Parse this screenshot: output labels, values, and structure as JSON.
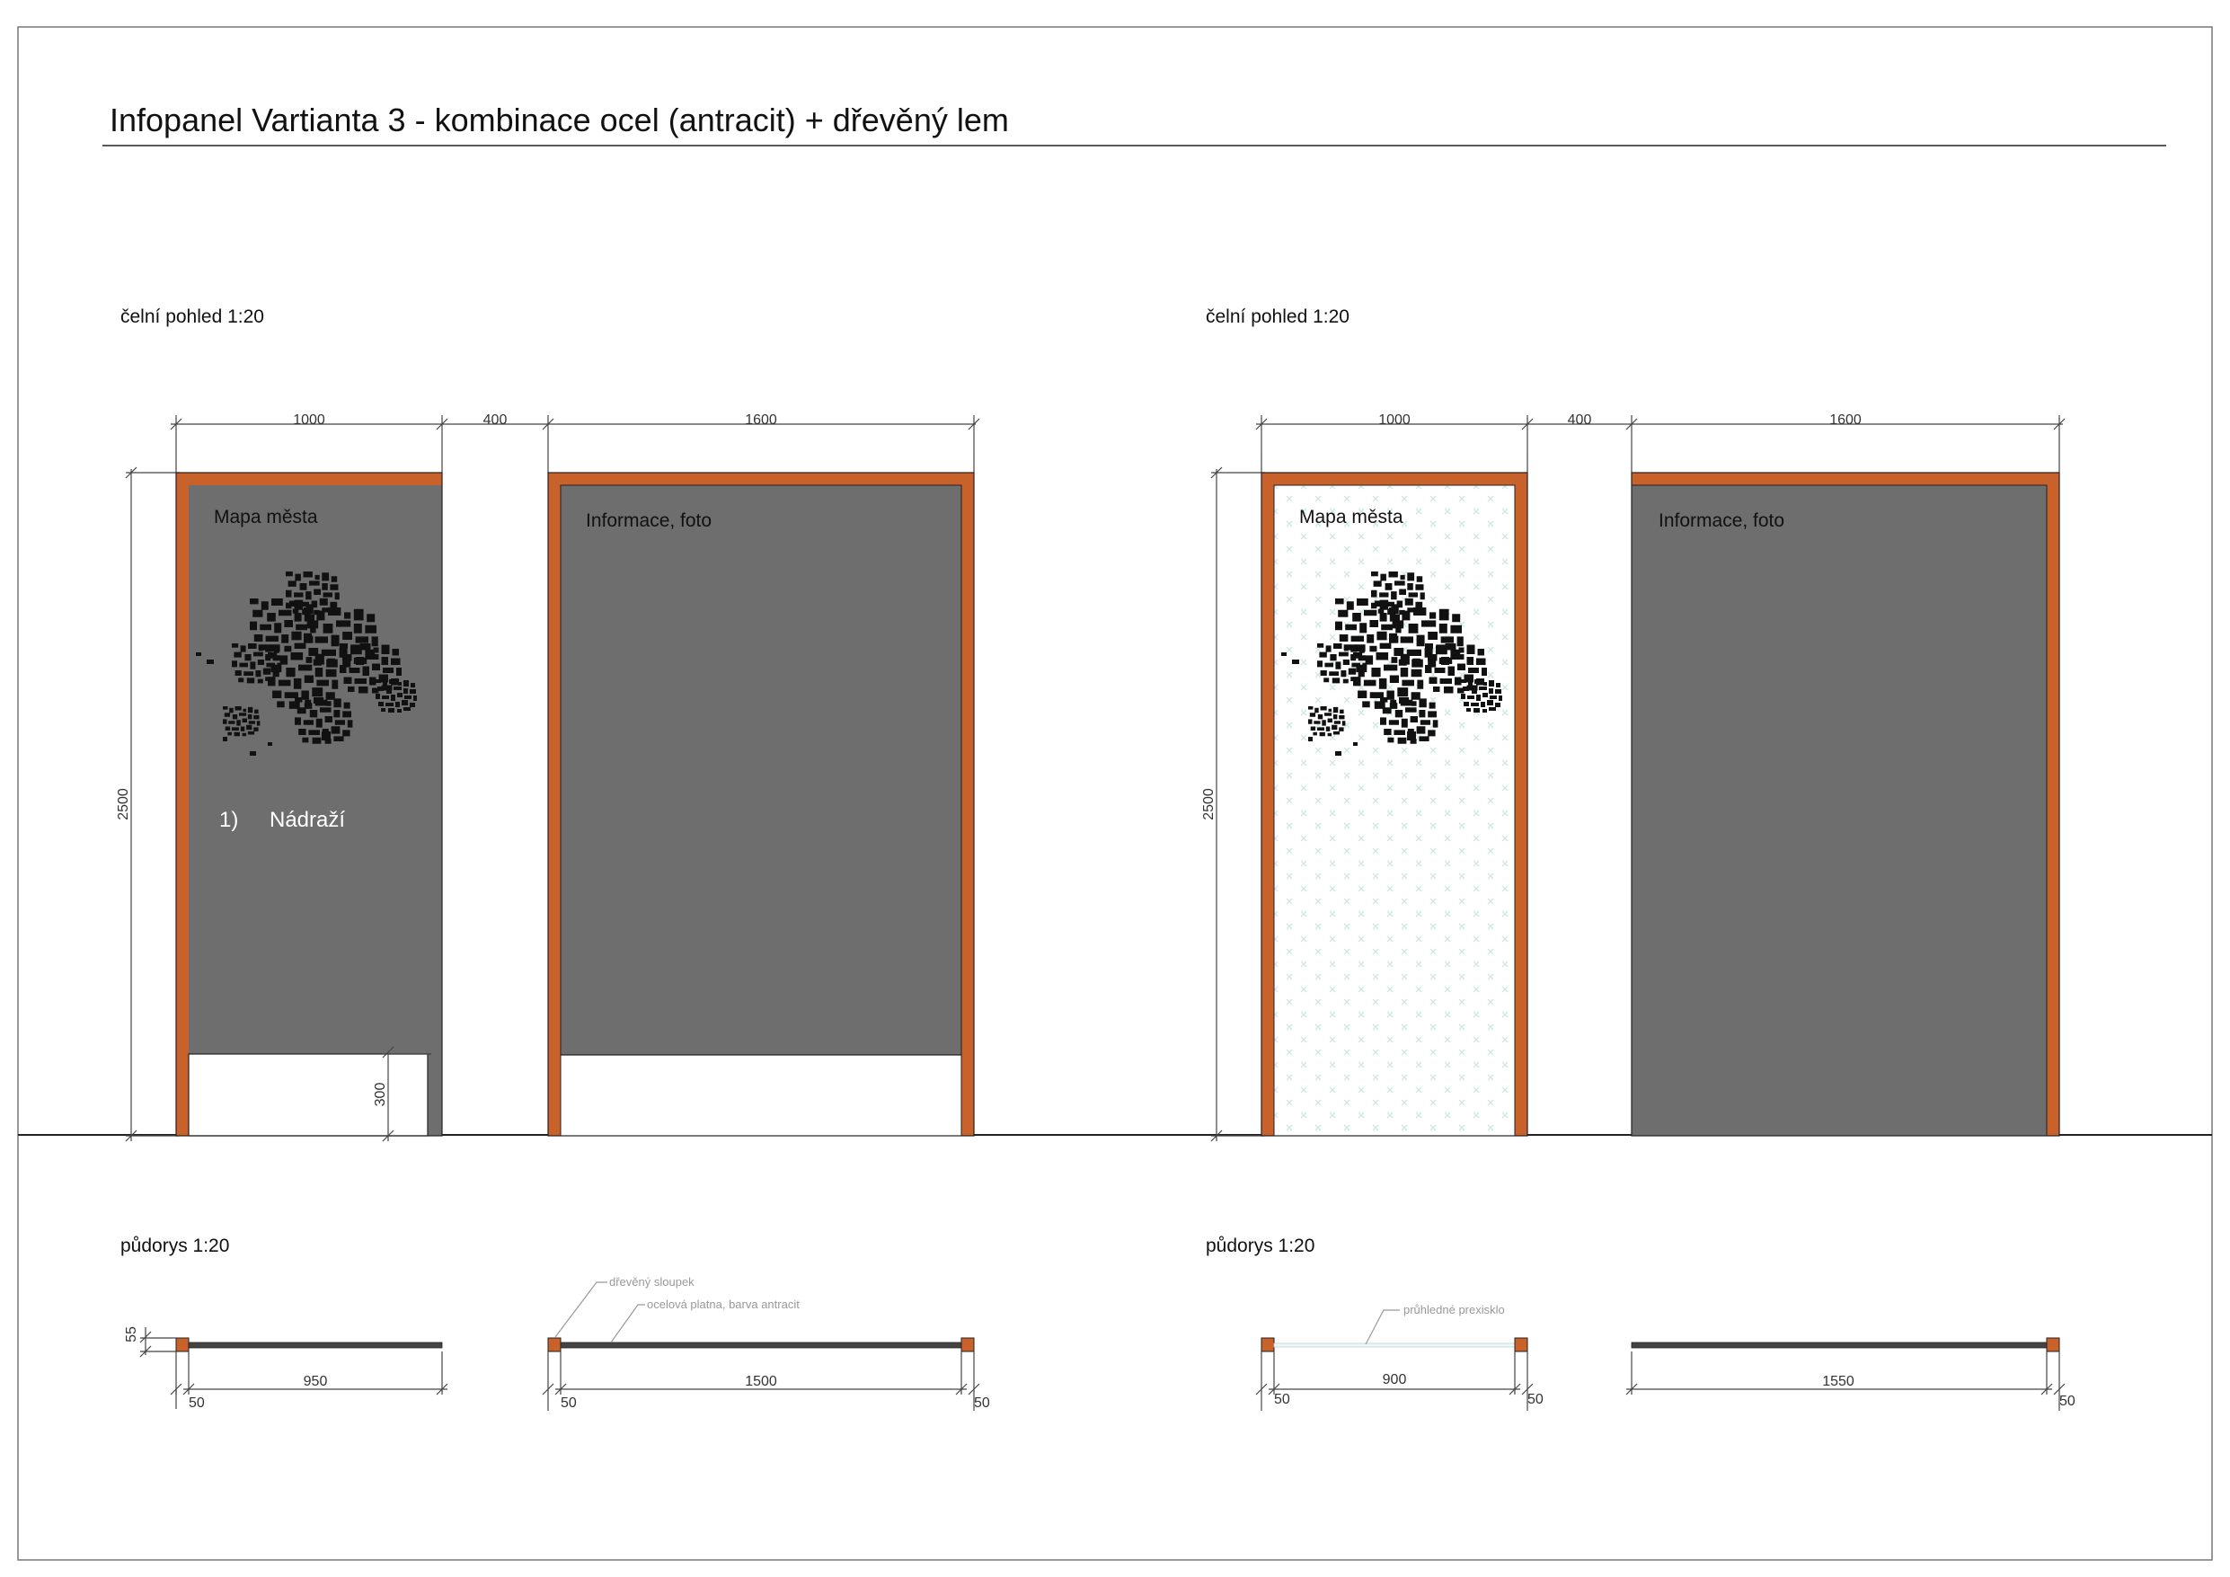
{
  "title": "Infopanel Vartianta 3 - kombinace ocel (antracit) + dřevěný lem",
  "colors": {
    "wood": "#c8612a",
    "steel_anthracite": "#6e6e6e",
    "outline": "#222222",
    "plexi_pattern": "#cfe6e6"
  },
  "variant_a": {
    "elevation": {
      "heading": "čelní  pohled 1:20",
      "dims": {
        "panel1_width": "1000",
        "gap": "400",
        "panel2_width": "1600",
        "height": "2500",
        "bottom": "300"
      },
      "panel1": {
        "label": "Mapa města",
        "item": "1)",
        "item_text": "Nádraží"
      },
      "panel2": {
        "label": "Informace, foto"
      }
    },
    "plan": {
      "heading": "půdorys 1:20",
      "dims": {
        "post_depth": "55",
        "panel1_inner": "950",
        "panel1_post": "50",
        "panel2_inner": "1500",
        "panel2_post_left": "50",
        "panel2_post_right": "50"
      },
      "notes": {
        "wood_post": "dřevěný sloupek",
        "steel_plate": "ocelová platna, barva antracit"
      }
    }
  },
  "variant_b": {
    "elevation": {
      "heading": "čelní  pohled 1:20",
      "dims": {
        "panel1_width": "1000",
        "gap": "400",
        "panel2_width": "1600",
        "height": "2500"
      },
      "panel1": {
        "label": "Mapa města"
      },
      "panel2": {
        "label": "Informace, foto"
      }
    },
    "plan": {
      "heading": "půdorys 1:20",
      "dims": {
        "panel1_inner": "900",
        "panel1_post_left": "50",
        "panel1_post_right": "50",
        "panel2_inner": "1550",
        "panel2_post": "50"
      },
      "notes": {
        "plexi": "průhledné prexisklo"
      }
    }
  }
}
